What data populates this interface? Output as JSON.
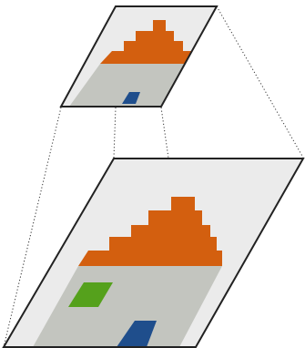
{
  "diagram": {
    "colors": {
      "background": "#ffffff",
      "sheet_fill": "#ebebeb",
      "outline": "#222222",
      "guide_line": "#333333",
      "building_body": "#c3c5bf",
      "roof": "#d35f0f",
      "door": "#1f4e8c",
      "window": "#55a11c"
    },
    "top_panel": {
      "roof_steps": 4,
      "has_window": false,
      "has_door": true
    },
    "bottom_panel": {
      "roof_steps": 5,
      "has_window": true,
      "has_door": true
    },
    "guide_style": "dotted"
  }
}
